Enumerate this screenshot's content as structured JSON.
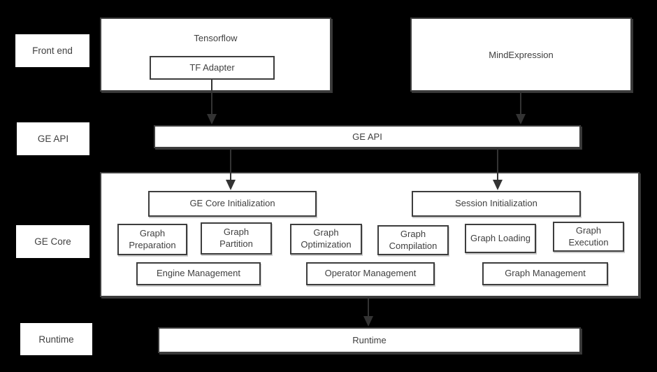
{
  "colors": {
    "background": "#000000",
    "box_fill": "#ffffff",
    "box_border": "#3d3d3d",
    "text": "#404040",
    "arrow": "#333333"
  },
  "row_labels": [
    {
      "label": "Front end"
    },
    {
      "label": "GE API"
    },
    {
      "label": "GE Core"
    },
    {
      "label": "Runtime"
    }
  ],
  "front_end": {
    "tensorflow_label": "Tensorflow",
    "tf_adapter_label": "TF Adapter",
    "mind_expression_label": "MindExpression"
  },
  "ge_api": {
    "label": "GE API"
  },
  "ge_core": {
    "init_row": [
      {
        "label": "GE Core Initialization"
      },
      {
        "label": "Session Initialization"
      }
    ],
    "module_row": [
      {
        "label": "Graph Preparation"
      },
      {
        "label": "Graph Partition"
      },
      {
        "label": "Graph Optimization"
      },
      {
        "label": "Graph Compilation"
      },
      {
        "label": "Graph Loading"
      },
      {
        "label": "Graph Execution"
      }
    ],
    "management_row": [
      {
        "label": "Engine Management"
      },
      {
        "label": "Operator Management"
      },
      {
        "label": "Graph Management"
      }
    ]
  },
  "runtime": {
    "label": "Runtime"
  }
}
